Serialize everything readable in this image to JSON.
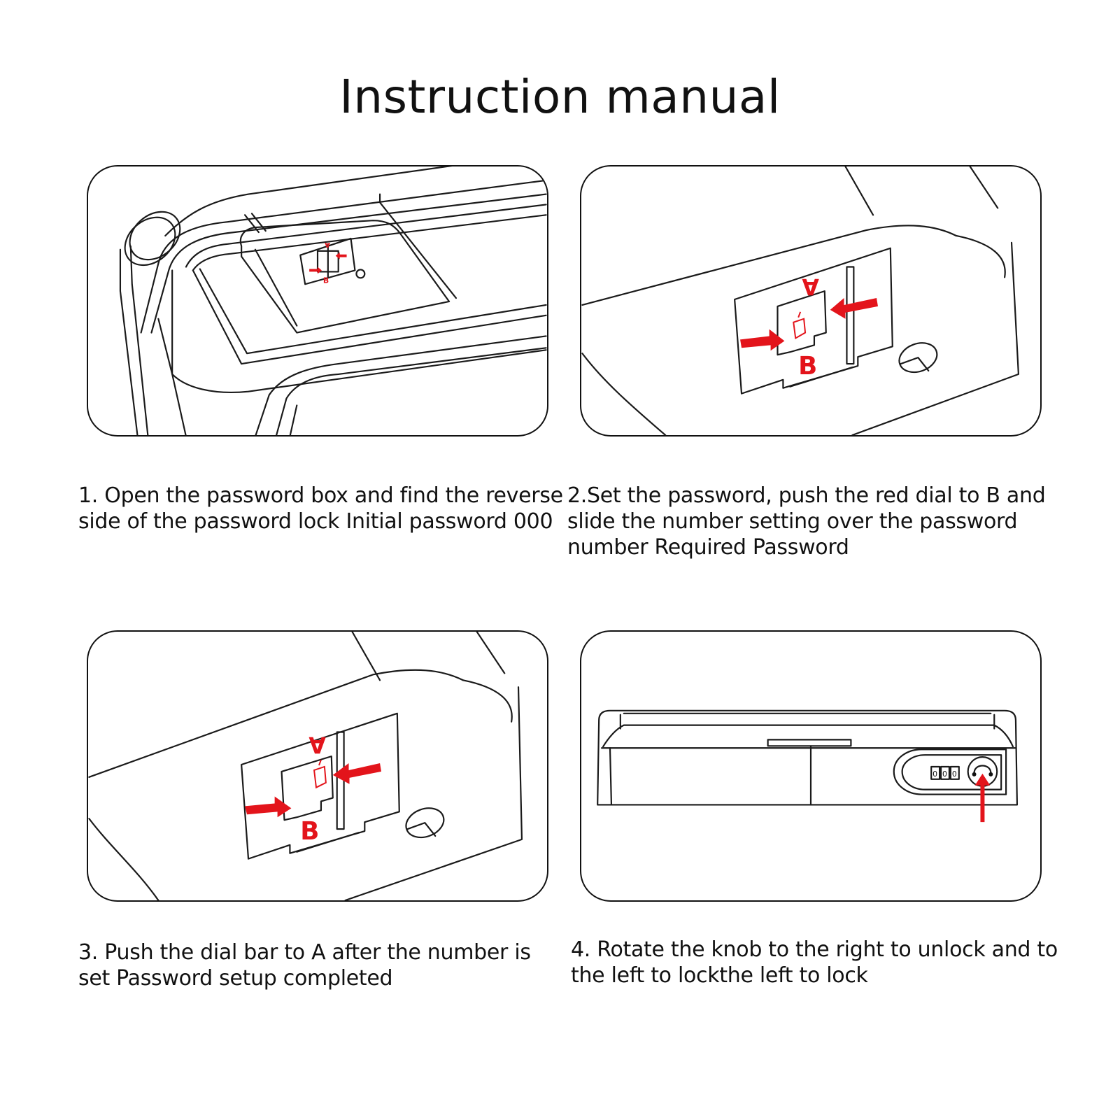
{
  "title": "Instruction manual",
  "steps": [
    {
      "illustration": "lock-back-overview",
      "caption_lines": [
        "1. Open the password box and find the reverse",
        "side of the password lock Initial password 000"
      ]
    },
    {
      "illustration": "dial-push-to-b",
      "caption_lines": [
        "2.Set the password, push the red dial to B and",
        "slide the number setting over the password",
        "number Required Password"
      ]
    },
    {
      "illustration": "dial-push-to-a",
      "caption_lines": [
        "3. Push the dial bar to A after the number is",
        "set Password setup completed"
      ]
    },
    {
      "illustration": "rotate-knob",
      "caption_lines": [
        "4. Rotate the knob to the right to unlock and to",
        "the left to lockthe left to lock"
      ]
    }
  ],
  "diagram_labels": {
    "a": "A",
    "b": "B",
    "digits": [
      "0",
      "0",
      "0"
    ]
  },
  "colors": {
    "accent": "#e3141b",
    "line": "#1a1a1a",
    "background": "#ffffff"
  }
}
